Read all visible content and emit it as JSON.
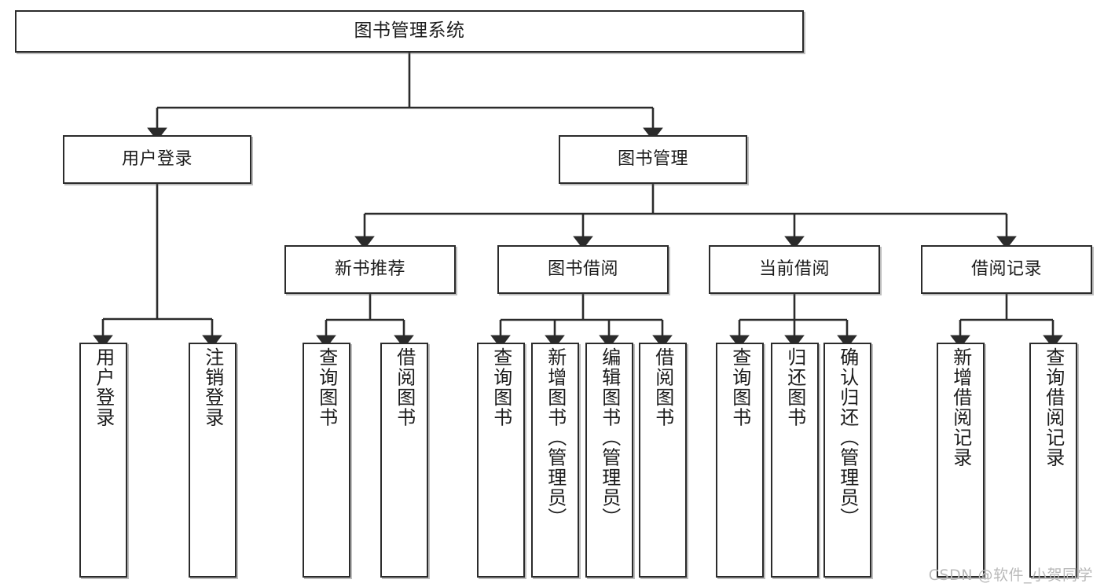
{
  "diagram": {
    "title": "图书管理系统",
    "type": "tree-hierarchy-chart",
    "levels": {
      "root": {
        "label": "图书管理系统"
      },
      "level2": [
        {
          "id": "user-login",
          "label": "用户登录"
        },
        {
          "id": "book-management",
          "label": "图书管理"
        }
      ],
      "level3": [
        {
          "id": "new-book-recommend",
          "label": "新书推荐"
        },
        {
          "id": "book-borrow",
          "label": "图书借阅"
        },
        {
          "id": "current-borrow",
          "label": "当前借阅"
        },
        {
          "id": "borrow-record",
          "label": "借阅记录"
        }
      ],
      "leaves": {
        "user-login": [
          {
            "id": "leaf-user-login",
            "label": "用户登录"
          },
          {
            "id": "leaf-logout-login",
            "label": "注销登录"
          }
        ],
        "new-book-recommend": [
          {
            "id": "leaf-query-book-1",
            "label": "查询图书"
          },
          {
            "id": "leaf-borrow-book-1",
            "label": "借阅图书"
          }
        ],
        "book-borrow": [
          {
            "id": "leaf-query-book-2",
            "label": "查询图书"
          },
          {
            "id": "leaf-add-book",
            "label": "新增图书（管理员）"
          },
          {
            "id": "leaf-edit-book",
            "label": "编辑图书（管理员）"
          },
          {
            "id": "leaf-borrow-book-2",
            "label": "借阅图书"
          }
        ],
        "current-borrow": [
          {
            "id": "leaf-query-book-3",
            "label": "查询图书"
          },
          {
            "id": "leaf-return-book",
            "label": "归还图书"
          },
          {
            "id": "leaf-confirm-return",
            "label": "确认归还（管理员）"
          }
        ],
        "borrow-record": [
          {
            "id": "leaf-add-record",
            "label": "新增借阅记录"
          },
          {
            "id": "leaf-query-record",
            "label": "查询借阅记录"
          }
        ]
      }
    },
    "colors": {
      "stroke": "#2b2b2b",
      "fill": "#ffffff",
      "text": "#1c1c1c",
      "shadow": "#5a5a5a",
      "watermark": "#b9b9b9"
    }
  },
  "watermark": {
    "text": "CSDN @软件_小贺同学"
  }
}
